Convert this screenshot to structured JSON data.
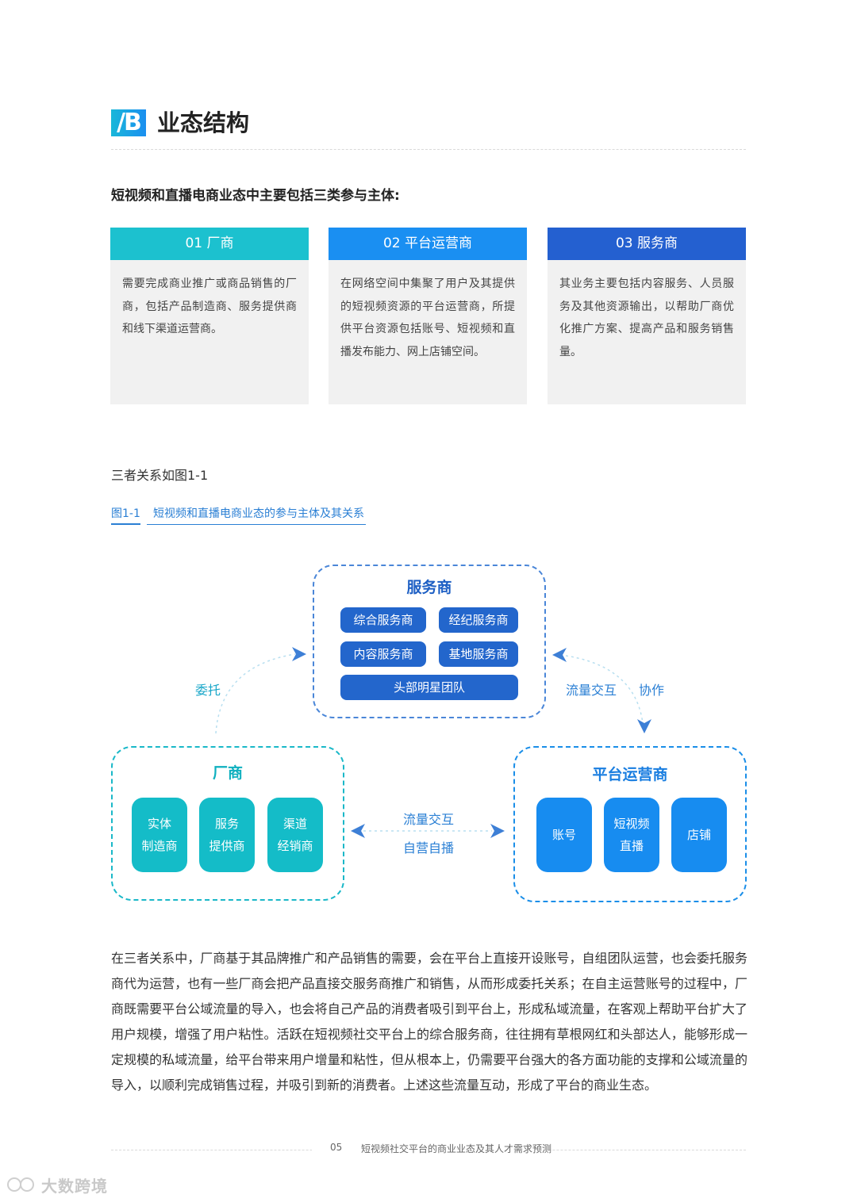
{
  "header": {
    "mark": "/B",
    "title": "业态结构"
  },
  "intro": "短视频和直播电商业态中主要包括三类参与主体:",
  "cards": [
    {
      "title": "01 厂商",
      "body": "需要完成商业推广或商品销售的厂商，包括产品制造商、服务提供商和线下渠道运营商。",
      "color": "#1cc1cf"
    },
    {
      "title": "02 平台运营商",
      "body": "在网络空间中集聚了用户及其提供的短视频资源的平台运营商，所提供平台资源包括账号、短视频和直播发布能力、网上店铺空间。",
      "color": "#1a8ff2"
    },
    {
      "title": "03 服务商",
      "body": "其业务主要包括内容服务、人员服务及其他资源输出，以帮助厂商优化推广方案、提高产品和服务销售量。",
      "color": "#2460d0"
    }
  ],
  "relation_text": "三者关系如图1-1",
  "figure": {
    "number": "图1-1",
    "title": "短视频和直播电商业态的参与主体及其关系"
  },
  "diagram": {
    "service": {
      "title": "服务商",
      "items": [
        "综合服务商",
        "经纪服务商",
        "内容服务商",
        "基地服务商",
        "头部明星团队"
      ]
    },
    "manufacturer": {
      "title": "厂商",
      "items": [
        "实体\n制造商",
        "服务\n提供商",
        "渠道\n经销商"
      ]
    },
    "platform": {
      "title": "平台运营商",
      "items": [
        "账号",
        "短视频\n直播",
        "店铺"
      ]
    },
    "labels": {
      "entrust": "委托",
      "flow_right": "流量交互",
      "cooperate": "协作",
      "flow_bottom": "流量交互",
      "self_live": "自营自播"
    }
  },
  "body_paragraph": "在三者关系中，厂商基于其品牌推广和产品销售的需要，会在平台上直接开设账号，自组团队运营，也会委托服务商代为运营，也有一些厂商会把产品直接交服务商推广和销售，从而形成委托关系；在自主运营账号的过程中，厂商既需要平台公域流量的导入，也会将自己产品的消费者吸引到平台上，形成私域流量，在客观上帮助平台扩大了用户规模，增强了用户粘性。活跃在短视频社交平台上的综合服务商，往往拥有草根网红和头部达人，能够形成一定规模的私域流量，给平台带来用户增量和粘性，但从根本上，仍需要平台强大的各方面功能的支撑和公域流量的导入，以顺利完成销售过程，并吸引到新的消费者。上述这些流量互动，形成了平台的商业生态。",
  "footer": {
    "page": "05",
    "text": "短视频社交平台的商业业态及其人才需求预测"
  },
  "watermark": "大数跨境"
}
